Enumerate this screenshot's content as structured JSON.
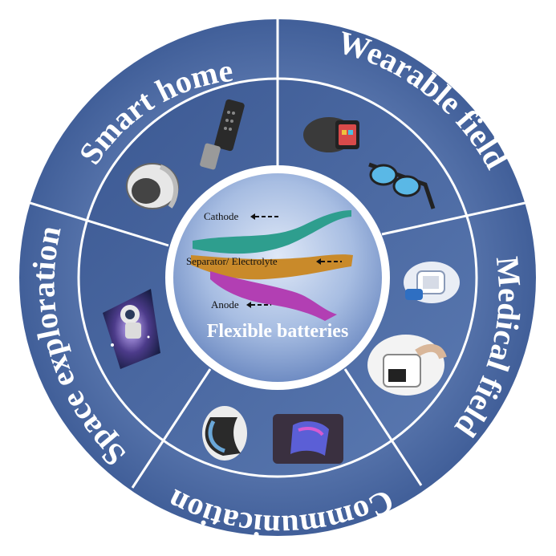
{
  "center": {
    "title": "Flexible batteries",
    "layers": {
      "cathode": "Cathode",
      "separator": "Separator/ Electrolyte",
      "anode": "Anode"
    }
  },
  "sectors": [
    {
      "key": "smart_home",
      "label": "Smart home"
    },
    {
      "key": "wearable",
      "label": "Wearable field"
    },
    {
      "key": "medical",
      "label": "Medical field"
    },
    {
      "key": "communication",
      "label": "Communication"
    },
    {
      "key": "space",
      "label": "Space exploration"
    }
  ],
  "colors": {
    "outer_ring": "#4a6aa0",
    "inner_ring": "#3f5f96",
    "divider": "#ffffff",
    "cathode": "#2e9e8e",
    "separator": "#c98a2a",
    "anode": "#b23fb3",
    "center_bg": "#a9bfe2"
  },
  "icons": {
    "smart_home": [
      "smart-ring-icon",
      "door-lock-icon"
    ],
    "wearable": [
      "smart-watch-icon",
      "smart-glasses-icon"
    ],
    "medical": [
      "medical-patch-icon",
      "glucose-monitor-icon"
    ],
    "communication": [
      "flexible-phone-icon",
      "foldable-display-icon"
    ],
    "space": [
      "astronaut-icon"
    ]
  }
}
